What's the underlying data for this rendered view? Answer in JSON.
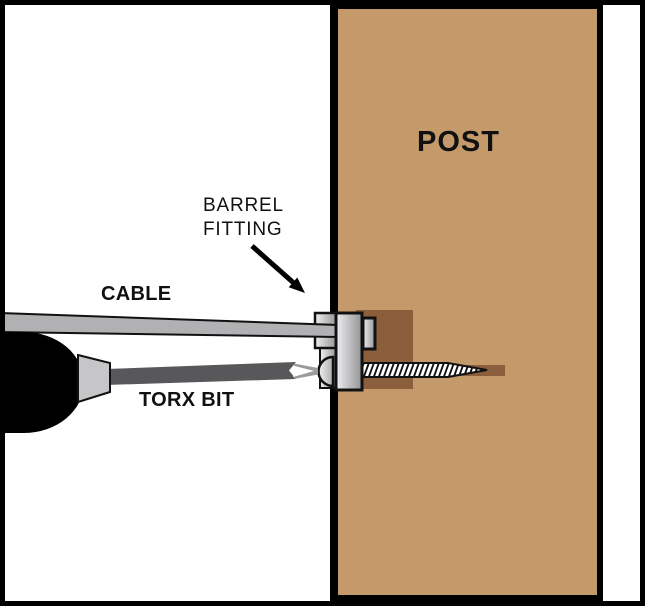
{
  "labels": {
    "post": "POST",
    "barrel_fitting": "BARREL\nFITTING",
    "cable": "CABLE",
    "torx_bit": "TORX BIT"
  },
  "colors": {
    "background": "#FFFFFF",
    "frame_border": "#000000",
    "text": "#111111",
    "post_fill": "#C59A6B",
    "post_border": "#000000",
    "recess_fill": "#8B5E3C",
    "pilot_hole_fill": "#8B5E3C",
    "outline": "#111111",
    "cable_fill": "#B1B1B3",
    "chuck_fill": "#C6C6C8",
    "bit_fill": "#58585A",
    "bit_prong_fill": "#9B9B9E",
    "bit_notch_fill": "#FFFFFF",
    "drill_fill": "#000000",
    "screw_fill": "#FFFFFF",
    "screw_thread": "#111111",
    "fitting_metal_light": "#EFEFF1",
    "fitting_metal_dark": "#939396",
    "endcap_light": "#F2F2F4",
    "endcap_dark": "#ADADB0",
    "arrow": "#000000"
  }
}
